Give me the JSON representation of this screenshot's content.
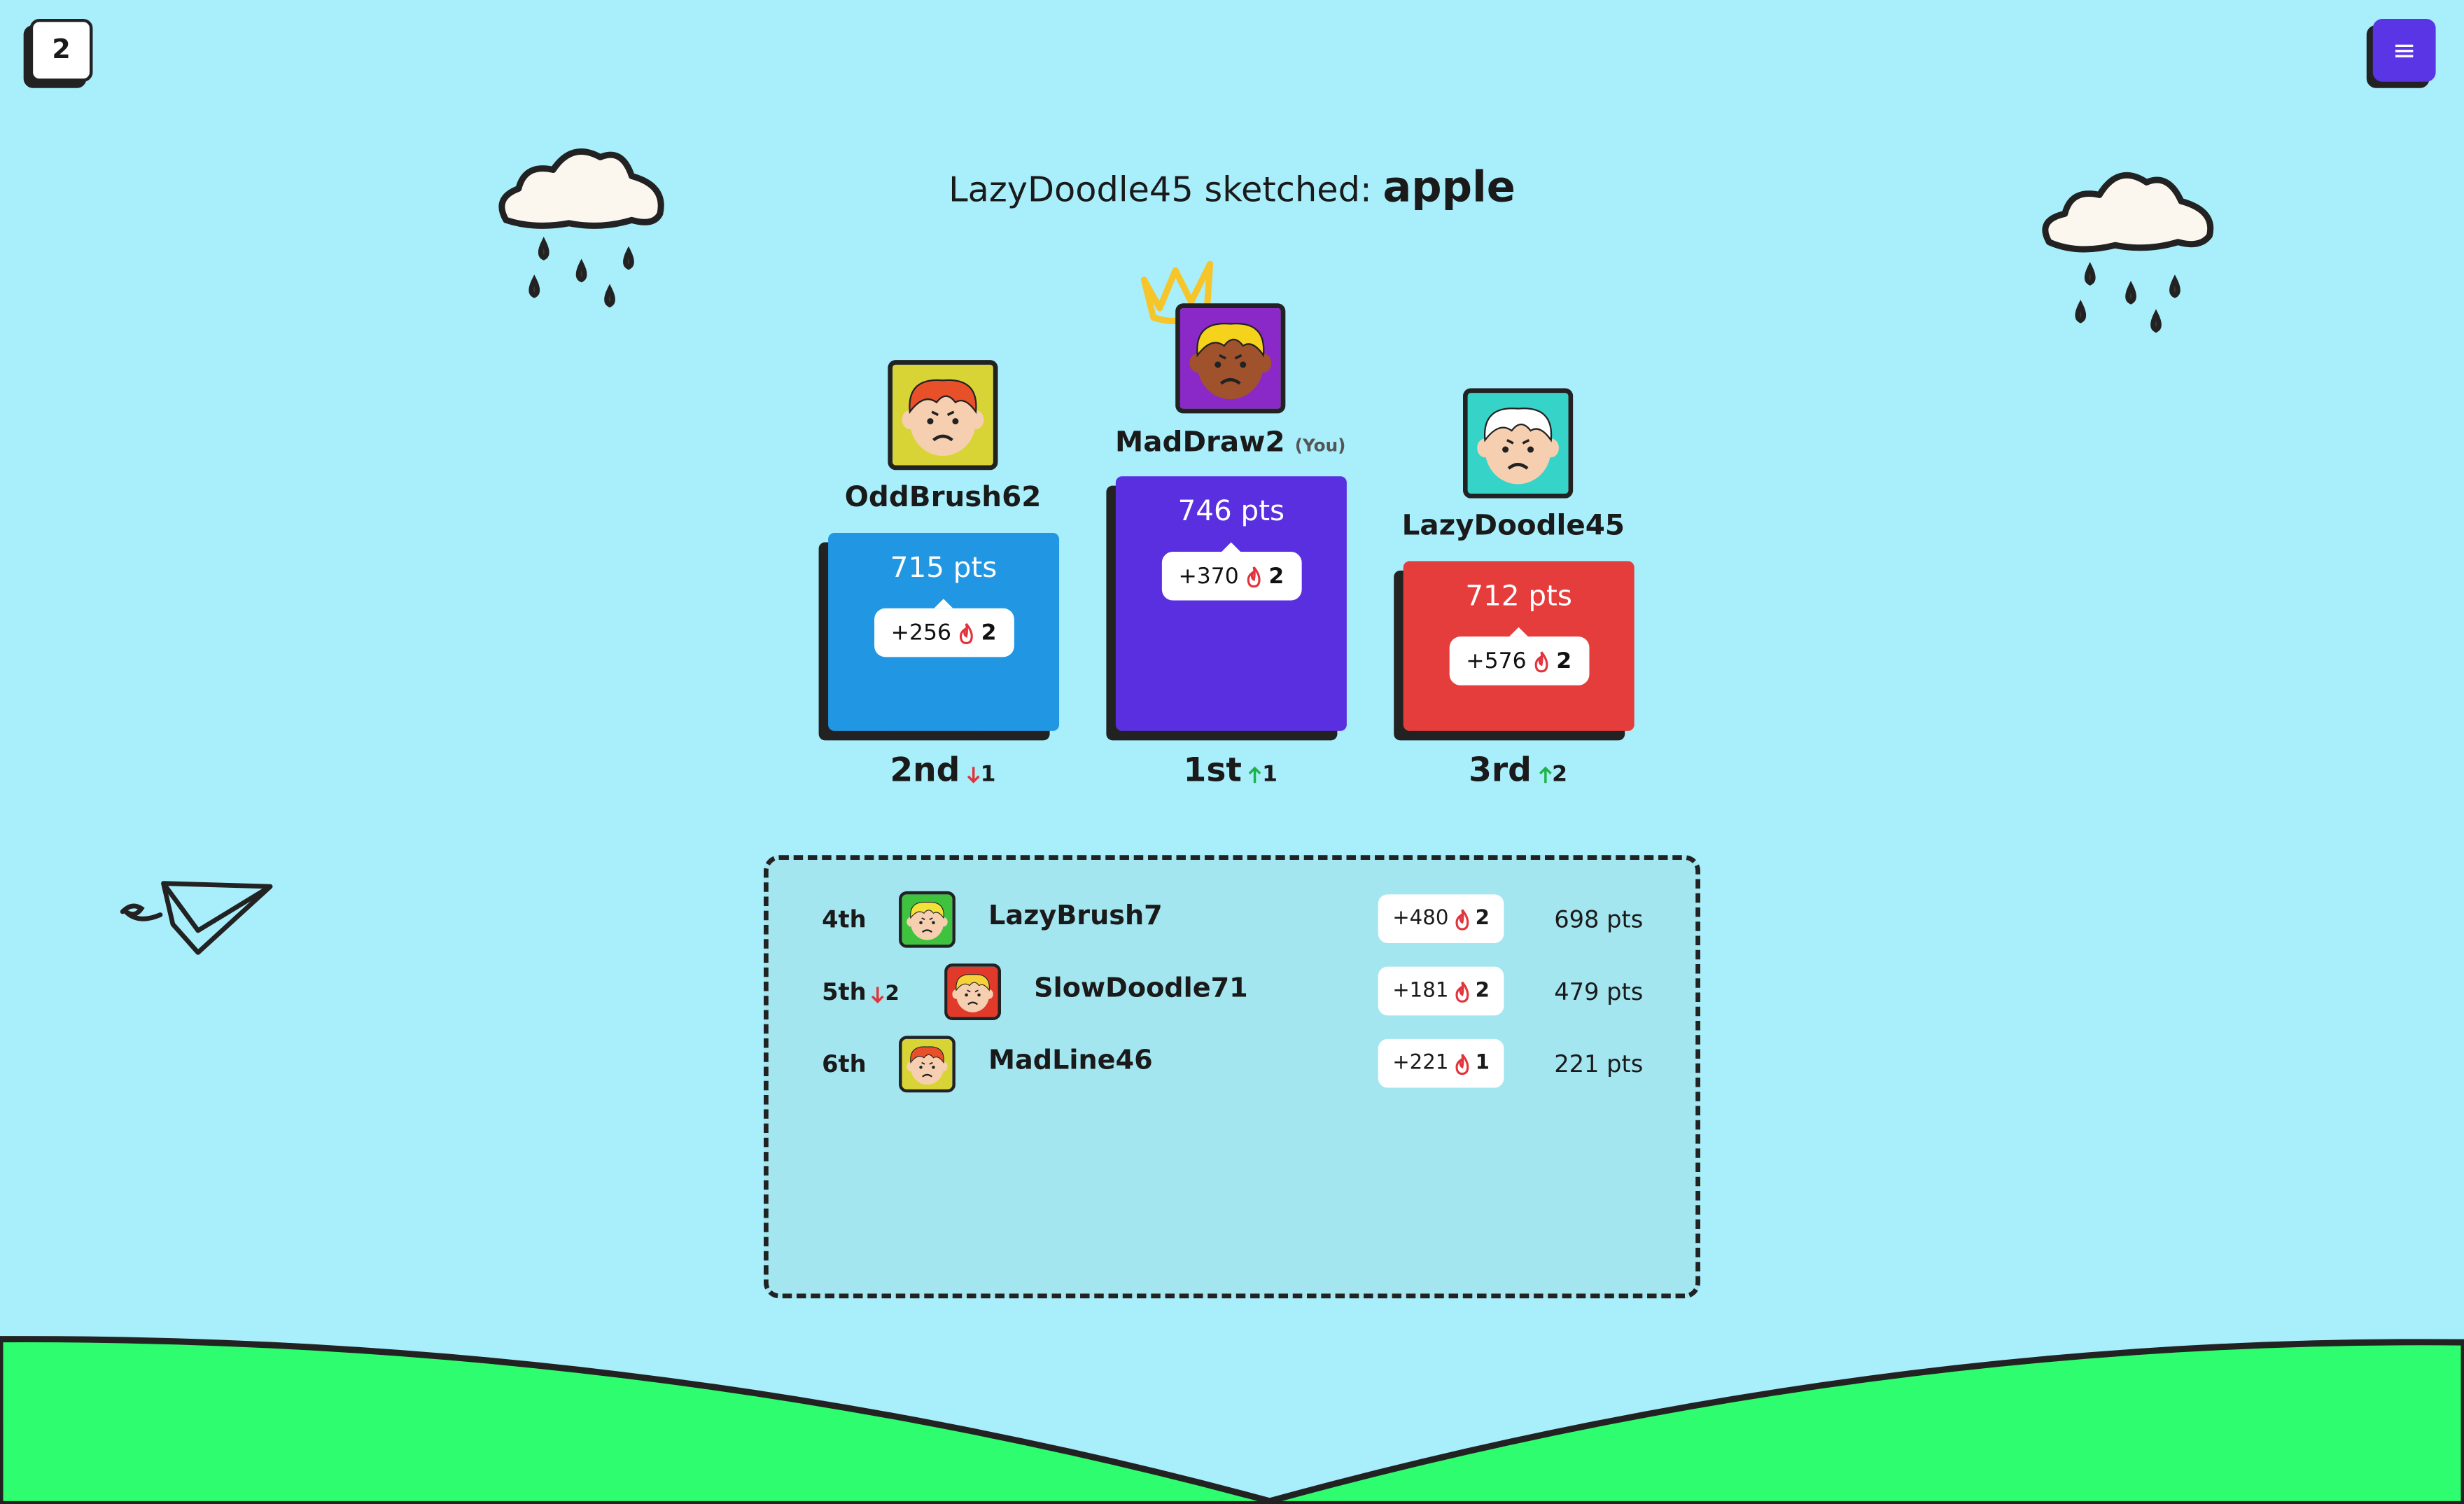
{
  "round_number": "2",
  "menu_icon": "≡",
  "headline": {
    "prefix": "LazyDoodle45 sketched:",
    "word": "apple"
  },
  "podium": [
    {
      "id": "first",
      "name": "MadDraw2",
      "you": "(You)",
      "points": "746 pts",
      "gain": "+370",
      "streak": "2",
      "place": "1st",
      "change": "1",
      "change_dir": "up",
      "color": "#5a2fe0",
      "avatar_bg": "#8a28c8",
      "hair": "#f5d21c",
      "skin": "#a0522d"
    },
    {
      "id": "second",
      "name": "OddBrush62",
      "you": "",
      "points": "715 pts",
      "gain": "+256",
      "streak": "2",
      "place": "2nd",
      "change": "1",
      "change_dir": "down",
      "color": "#2196e3",
      "avatar_bg": "#d8d435",
      "hair": "#e8502a",
      "skin": "#f6cfb0"
    },
    {
      "id": "third",
      "name": "LazyDoodle45",
      "you": "",
      "points": "712 pts",
      "gain": "+576",
      "streak": "2",
      "place": "3rd",
      "change": "2",
      "change_dir": "up",
      "color": "#e53c3c",
      "avatar_bg": "#36d4c8",
      "hair": "#ffffff",
      "skin": "#f6cfb0"
    }
  ],
  "others": [
    {
      "rank": "4th",
      "change": "",
      "change_dir": "",
      "name": "LazyBrush7",
      "gain": "+480",
      "streak": "2",
      "points": "698 pts",
      "avatar_bg": "#3fc33f",
      "hair": "#f2e23a",
      "skin": "#f6cfb0"
    },
    {
      "rank": "5th",
      "change": "2",
      "change_dir": "down",
      "name": "SlowDoodle71",
      "gain": "+181",
      "streak": "2",
      "points": "479 pts",
      "avatar_bg": "#e23a2a",
      "hair": "#f6d23a",
      "skin": "#f6cfb0"
    },
    {
      "rank": "6th",
      "change": "",
      "change_dir": "",
      "name": "MadLine46",
      "gain": "+221",
      "streak": "1",
      "points": "221 pts",
      "avatar_bg": "#d8d435",
      "hair": "#e8502a",
      "skin": "#f6cfb0"
    }
  ],
  "colors": {
    "sky": "#a9eefb",
    "grass": "#2dfd6e",
    "up": "#1fb24a",
    "down": "#e2343c",
    "flame": "#e2343c"
  }
}
